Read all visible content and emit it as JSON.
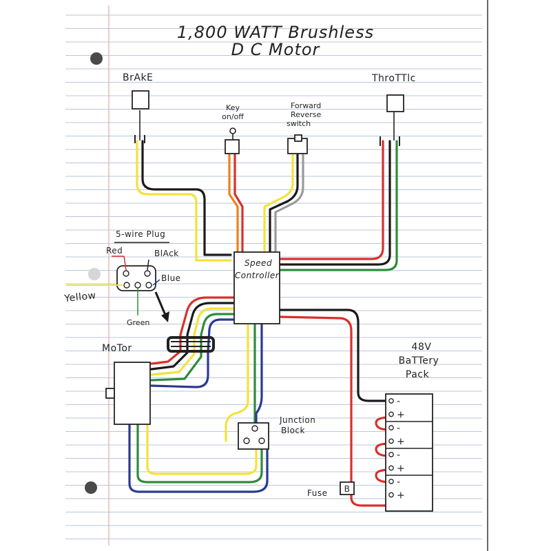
{
  "title": {
    "line1": "1,800 WATT Brushless",
    "line2": "D C Motor"
  },
  "labels": {
    "brake": "BrAkE",
    "throttle": "ThroTTlc",
    "key": "Key\non/off",
    "forward_reverse": "Forward\nReverse\nswitch",
    "plug": "5-wire Plug",
    "red": "Red",
    "black": "BlAck",
    "blue": "Blue",
    "yellow": "Yellow",
    "green": "Green",
    "speed_controller": "Speed\nController",
    "motor": "MoTor",
    "battery": "48V\nBaTTery\nPack",
    "junction_block": "Junction\nBlock",
    "fuse": "Fuse",
    "fuse_symbol": "B"
  },
  "battery_terminals": [
    "-",
    "+",
    "-",
    "+",
    "-",
    "+",
    "-",
    "+"
  ],
  "colors": {
    "red": "#d9302b",
    "black": "#1a1a1a",
    "yellow": "#f3e23a",
    "green": "#2e8b3a",
    "blue": "#2b3a8f",
    "orange": "#e8821e",
    "gray": "#9a9a9a",
    "paper_line": "#b9c7da",
    "margin_line": "#e4a8a8",
    "label_red": "#d9302b",
    "label_blue": "#2b3a8f",
    "label_green": "#2e8b3a",
    "label_yellow": "#e6d22a"
  }
}
